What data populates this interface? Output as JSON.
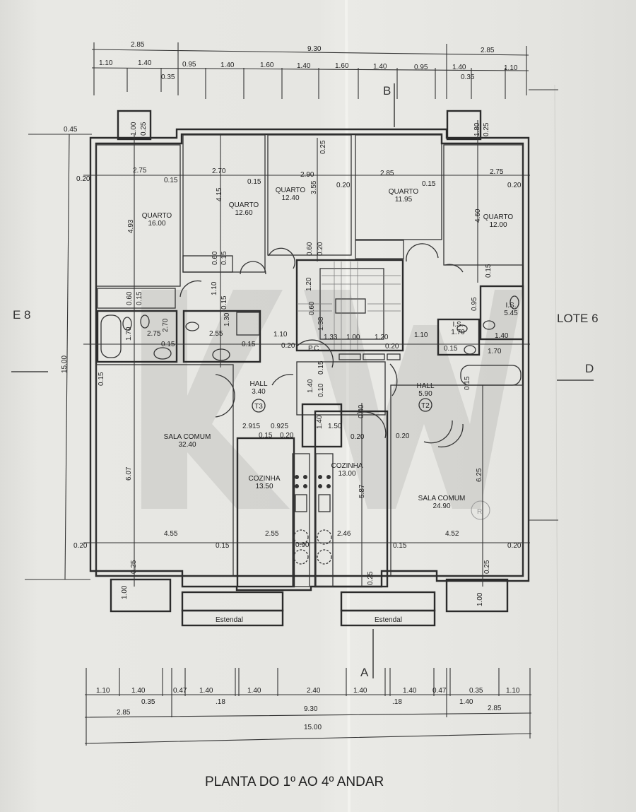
{
  "title": "PLANTA DO 1º AO 4º ANDAR",
  "neighbors": {
    "left": "E 8",
    "right": "LOTE 6"
  },
  "section_marks": {
    "top": "B",
    "bottom": "A",
    "right": "D"
  },
  "watermark": "KW",
  "watermark_mark": "R",
  "rooms": [
    {
      "name": "QUARTO",
      "area": "16.00"
    },
    {
      "name": "QUARTO",
      "area": "12.60"
    },
    {
      "name": "QUARTO",
      "area": "12.40"
    },
    {
      "name": "QUARTO",
      "area": "11.95"
    },
    {
      "name": "QUARTO",
      "area": "12.00"
    },
    {
      "name": "HALL",
      "area": "3.40"
    },
    {
      "name": "HALL",
      "area": "5.90"
    },
    {
      "name": "SALA COMUM",
      "area": "32.40"
    },
    {
      "name": "SALA COMUM",
      "area": "24.90"
    },
    {
      "name": "COZINHA",
      "area": "13.50"
    },
    {
      "name": "COZINHA",
      "area": "13.00"
    },
    {
      "name": "I.S.",
      "area": "5.45"
    },
    {
      "name": "I.S.",
      "area": "1.70"
    }
  ],
  "typologies": [
    "T3",
    "T2"
  ],
  "estendal_label": "Estendal",
  "dimensions": {
    "top_overall": [
      "2.85",
      "9.30",
      "2.85"
    ],
    "top_detail": [
      "1.10",
      "1.40",
      "0.35",
      "0.95",
      "1.40",
      "1.60",
      "1.40",
      "1.60",
      "1.40",
      "0.95",
      "1.40",
      "0.35",
      "1.10"
    ],
    "bottom_detail": [
      "1.10",
      "1.40",
      "0.35",
      "0.47",
      "1.40",
      ".18",
      "1.40",
      "2.40",
      "1.40",
      ".18",
      "1.40",
      "0.47",
      "1.40",
      "0.35",
      "1.10"
    ],
    "bottom_overall": [
      "2.85",
      "9.30",
      "2.85"
    ],
    "bottom_total": "15.00",
    "left_total": "15.00",
    "interior": [
      "0.45",
      "0.20",
      "1.00",
      "0.25",
      "2.75",
      "0.15",
      "4.93",
      "2.70",
      "0.15",
      "4.15",
      "0.60",
      "0.15",
      "2.90",
      "0.20",
      "3.55",
      "0.25",
      "0.60",
      "0.20",
      "2.85",
      "0.15",
      "2.75",
      "0.20",
      "4.60",
      "1.80",
      "0.25",
      "0.15",
      "1.10",
      "0.15",
      "0.60",
      "0.15",
      "1.70",
      "2.75",
      "0.15",
      "2.70",
      "2.55",
      "0.15",
      "1.30",
      "1.10",
      "0.20",
      "1.20",
      "0.60",
      "1.38",
      "1.33",
      "1.00",
      "1.20",
      "0.20",
      "P.C.",
      "0.15",
      "1.40",
      "0.10",
      "1.40",
      "1.50",
      "0.20",
      "0.40",
      "2.915",
      "0.925",
      "0.15",
      "0.20",
      "1.10",
      "0.95",
      "1.70",
      "1.40",
      "0.15",
      "0.15",
      "0.15",
      "6.07",
      "4.55",
      "0.20",
      "0.15",
      "0.25",
      "1.00",
      "2.55",
      "0.90",
      "2.46",
      "5.87",
      "0.15",
      "0.25",
      "6.25",
      "4.52",
      "0.20",
      "0.25",
      "1.00",
      "0.20"
    ]
  }
}
